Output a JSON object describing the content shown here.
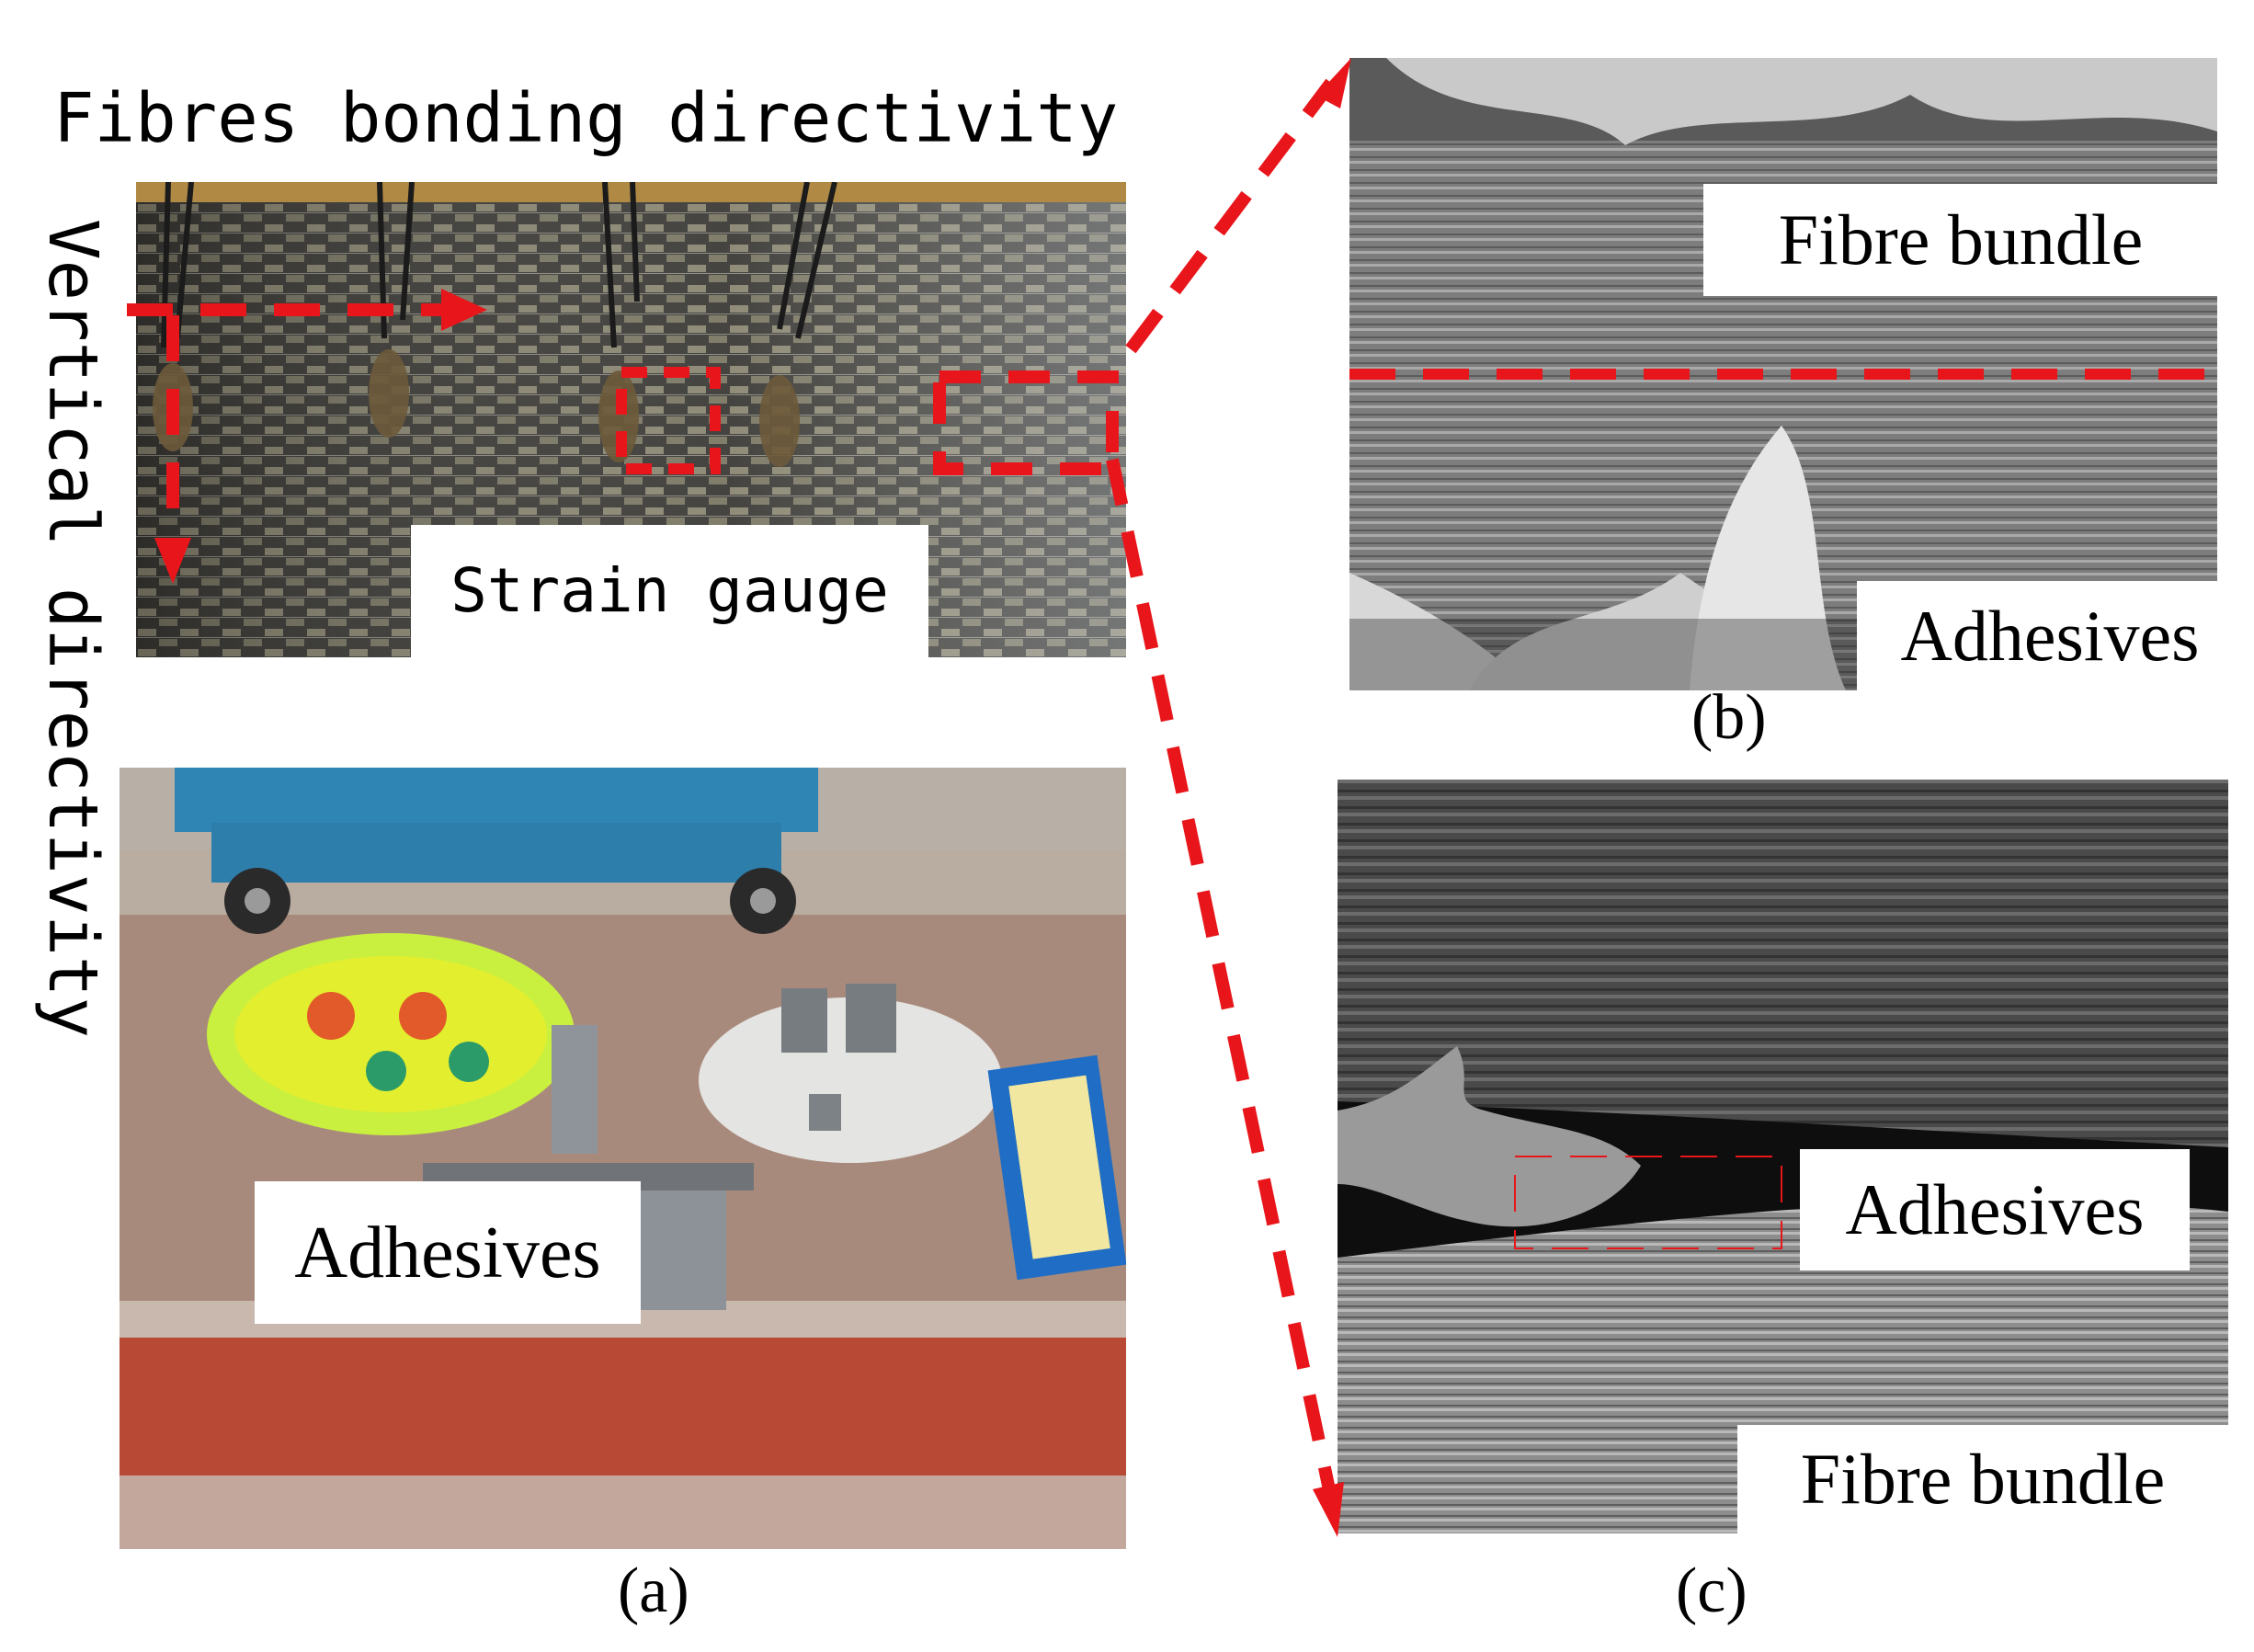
{
  "figure": {
    "top_title": "Fibres bonding directivity",
    "vertical_title": "Vertical directivity",
    "panel_a": {
      "caption": "(a)",
      "strain_label": "Strain gauge",
      "adhesives_label": "Adhesives"
    },
    "panel_b": {
      "caption": "(b)",
      "fibre_label": "Fibre bundle",
      "adhesives_label": "Adhesives"
    },
    "panel_c": {
      "caption": "(c)",
      "fibre_label": "Fibre bundle",
      "adhesives_label": "Adhesives"
    },
    "colors": {
      "annotation_red": "#e8161b",
      "carbon_dark": "#3a3a38",
      "sem_gray": "#8a8a8a",
      "floor_red": "#b84a35",
      "frame_blue": "#2f86b5"
    }
  }
}
